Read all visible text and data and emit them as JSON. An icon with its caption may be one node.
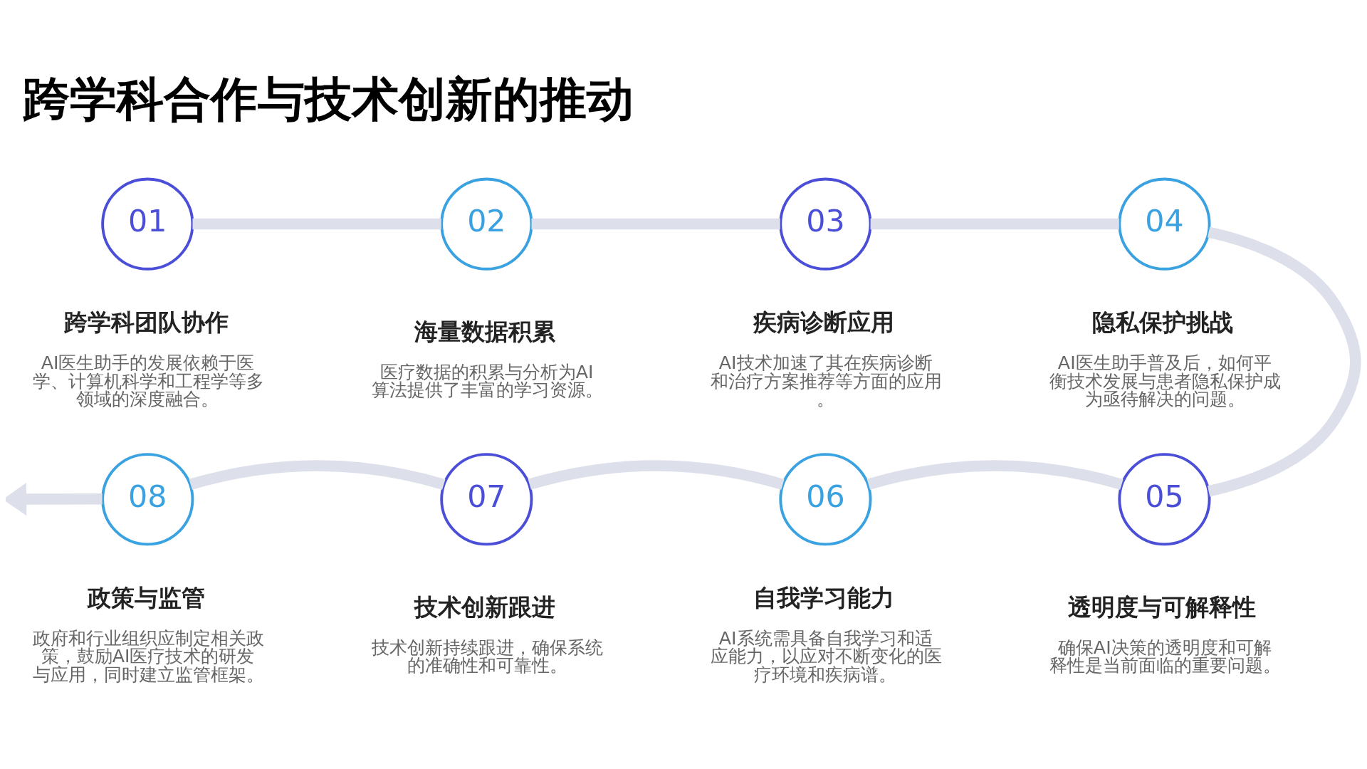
{
  "diagram": {
    "title": "跨学科合作与技术创新的推动",
    "nodes": [
      {
        "text": [
          "01"
        ],
        "beside": [
          "跨学科团队协作",
          "AI医生助手的发展依赖于医学、计算机科学和工程学等多领域的深度融合。"
        ]
      },
      {
        "text": [
          "02"
        ],
        "beside": [
          "海量数据积累",
          "医疗数据的积累与分析为AI算法提供了丰富的学习资源。"
        ]
      },
      {
        "text": [
          "03"
        ],
        "beside": [
          "疾病诊断应用",
          "AI技术加速了其在疾病诊断和治疗方案推荐等方面的应用。"
        ]
      },
      {
        "text": [
          "04"
        ],
        "beside": [
          "隐私保护挑战",
          "AI医生助手普及后，如何平衡技术发展与患者隐私保护成为亟待解决的问题。"
        ]
      },
      {
        "text": [
          "05"
        ],
        "beside": [
          "透明度与可解释性",
          "确保AI决策的透明度和可解释性是当前面临的重要问题。"
        ]
      },
      {
        "text": [
          "06"
        ],
        "beside": [
          "自我学习能力",
          "AI系统需具备自我学习和适应能力，以应对不断变化的医疗环境和疾病谱。"
        ]
      },
      {
        "text": [
          "07"
        ],
        "beside": [
          "技术创新跟进",
          "技术创新持续跟进，确保系统的准确性和可靠性。"
        ]
      },
      {
        "text": [
          "08"
        ],
        "beside": [
          "政策与监管",
          "政府和行业组织应制定相关政策，鼓励AI医疗技术的研发与应用，同时建立监管框架。"
        ]
      }
    ],
    "edges": [
      {
        "from": 0,
        "to": 1,
        "arrow": "none"
      },
      {
        "from": 1,
        "to": 2,
        "arrow": "none"
      },
      {
        "from": 2,
        "to": 3,
        "arrow": "none"
      },
      {
        "from": 3,
        "to": 4,
        "arrow": "none"
      },
      {
        "from": 4,
        "to": 5,
        "arrow": "none"
      },
      {
        "from": 5,
        "to": 6,
        "arrow": "none"
      },
      {
        "from": 6,
        "to": 7,
        "arrow": "none"
      },
      {
        "from": 7,
        "to": null,
        "arrow": "to"
      }
    ]
  }
}
